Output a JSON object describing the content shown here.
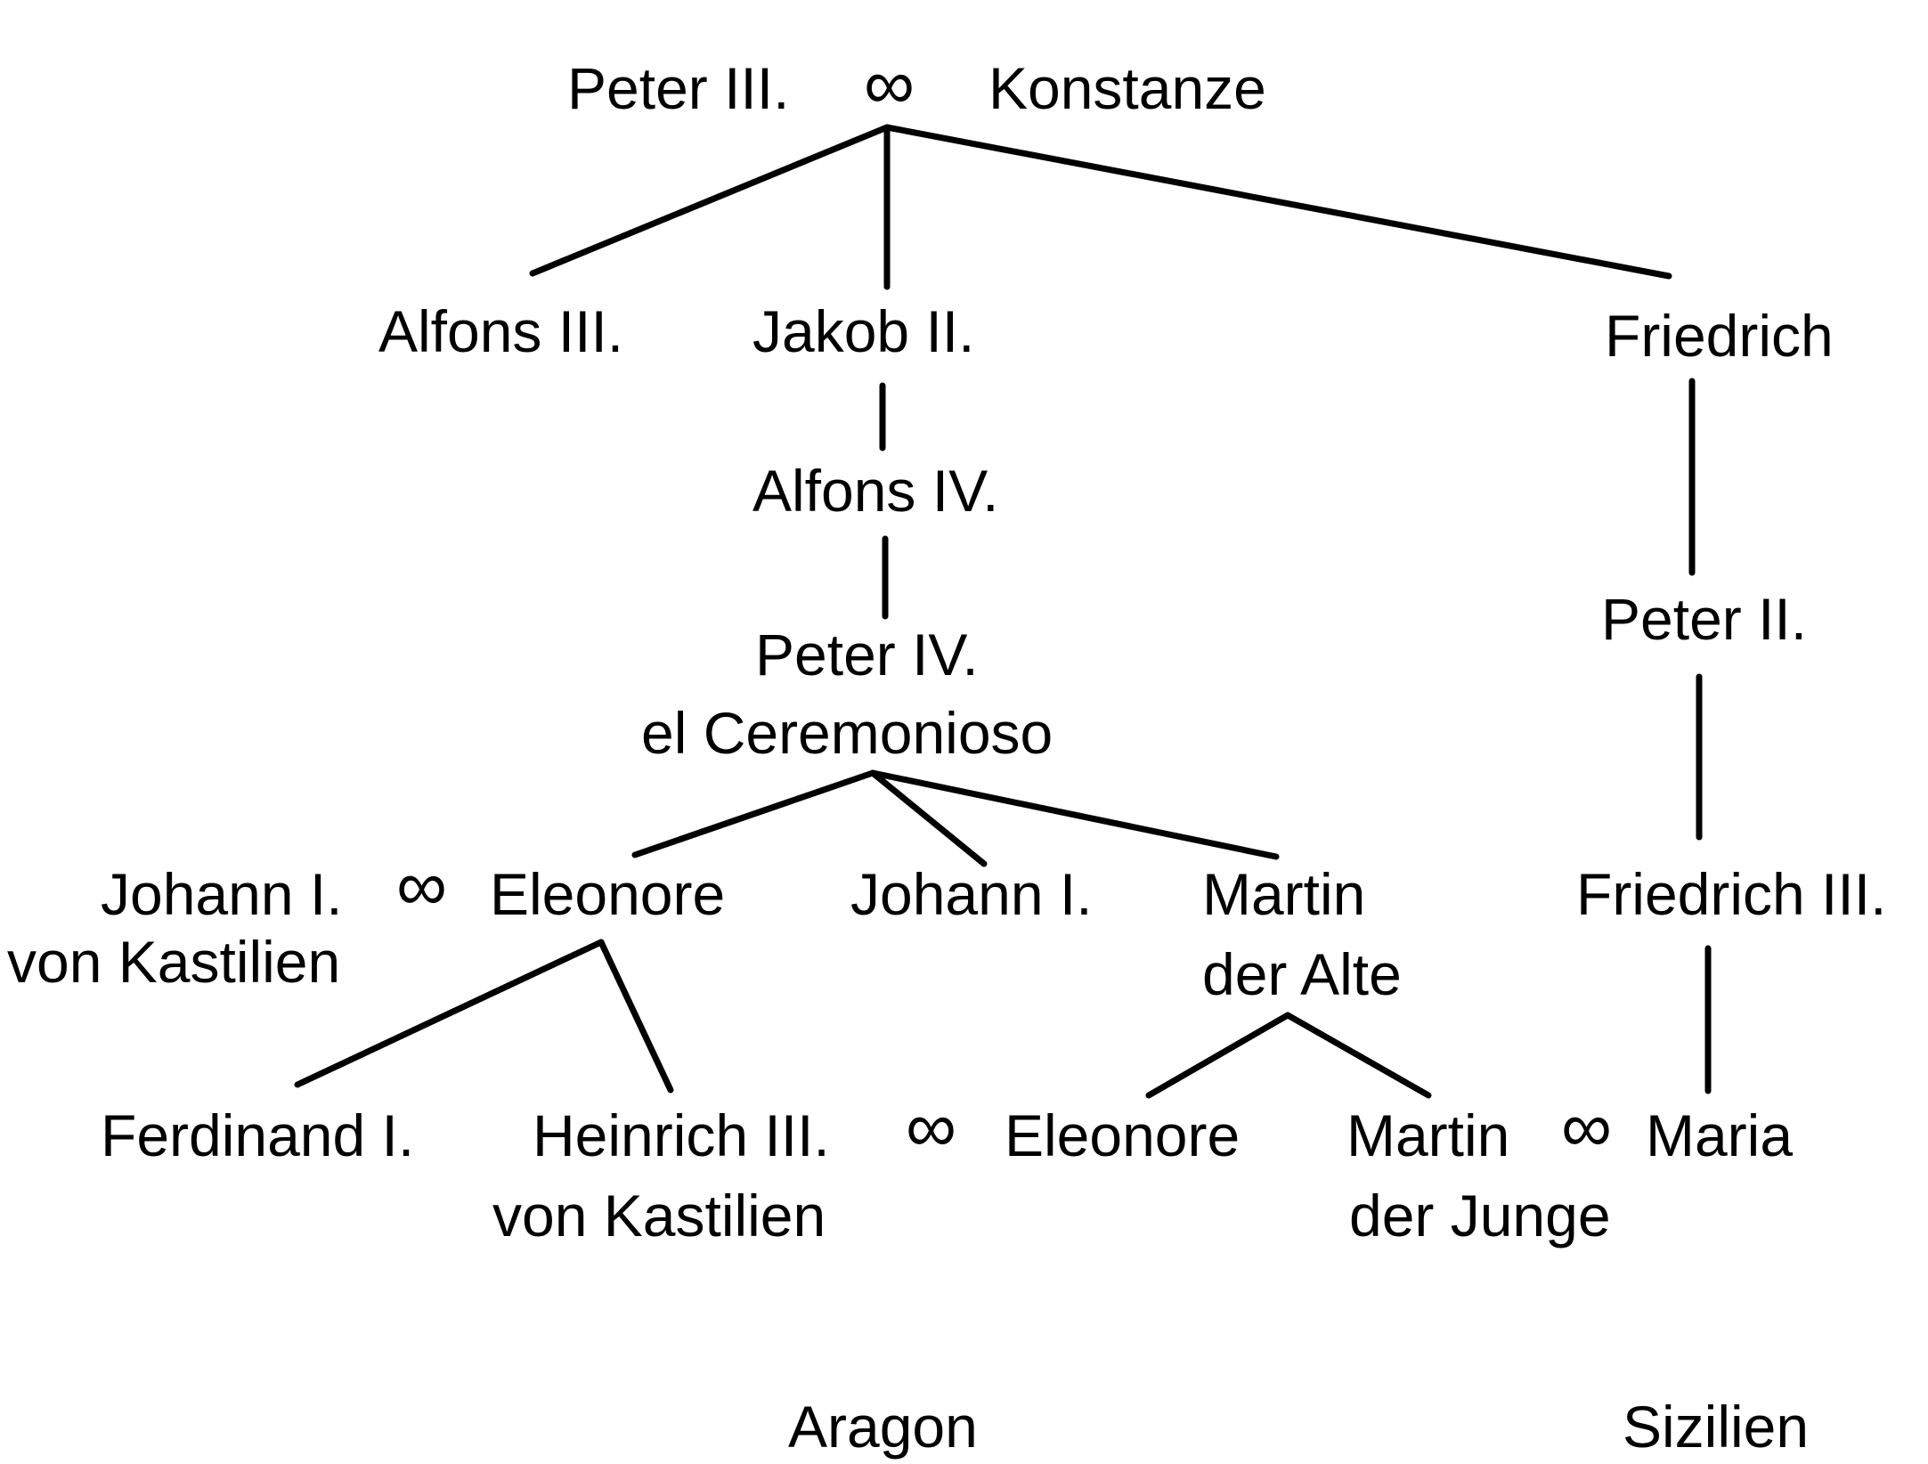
{
  "title_couple": {
    "left": "Peter III.",
    "marriage_symbol": "∞",
    "right": "Konstanze"
  },
  "generation2": {
    "alfons3": "Alfons III.",
    "jakob2": "Jakob II.",
    "friedrich": "Friedrich"
  },
  "aragon_line": {
    "alfons4": "Alfons IV.",
    "peter4_line1": "Peter IV.",
    "peter4_line2": "el Ceremonioso",
    "johann1_kast_line1": "Johann I.",
    "johann1_kast_line2": "von Kastilien",
    "eleonore": "Eleonore",
    "johann1": "Johann I.",
    "martin_alte_line1": "Martin",
    "martin_alte_line2": "der Alte",
    "ferdinand1": "Ferdinand I.",
    "heinrich3_line1": "Heinrich III.",
    "heinrich3_line2": "von Kastilien",
    "eleonore2": "Eleonore",
    "martin_junge_line1": "Martin",
    "martin_junge_line2": "der Junge"
  },
  "sicily_line": {
    "peter2": "Peter II.",
    "friedrich3": "Friedrich III.",
    "maria": "Maria"
  },
  "marriage_symbol": "∞",
  "regions": {
    "aragon": "Aragon",
    "sizilien": "Sizilien"
  }
}
